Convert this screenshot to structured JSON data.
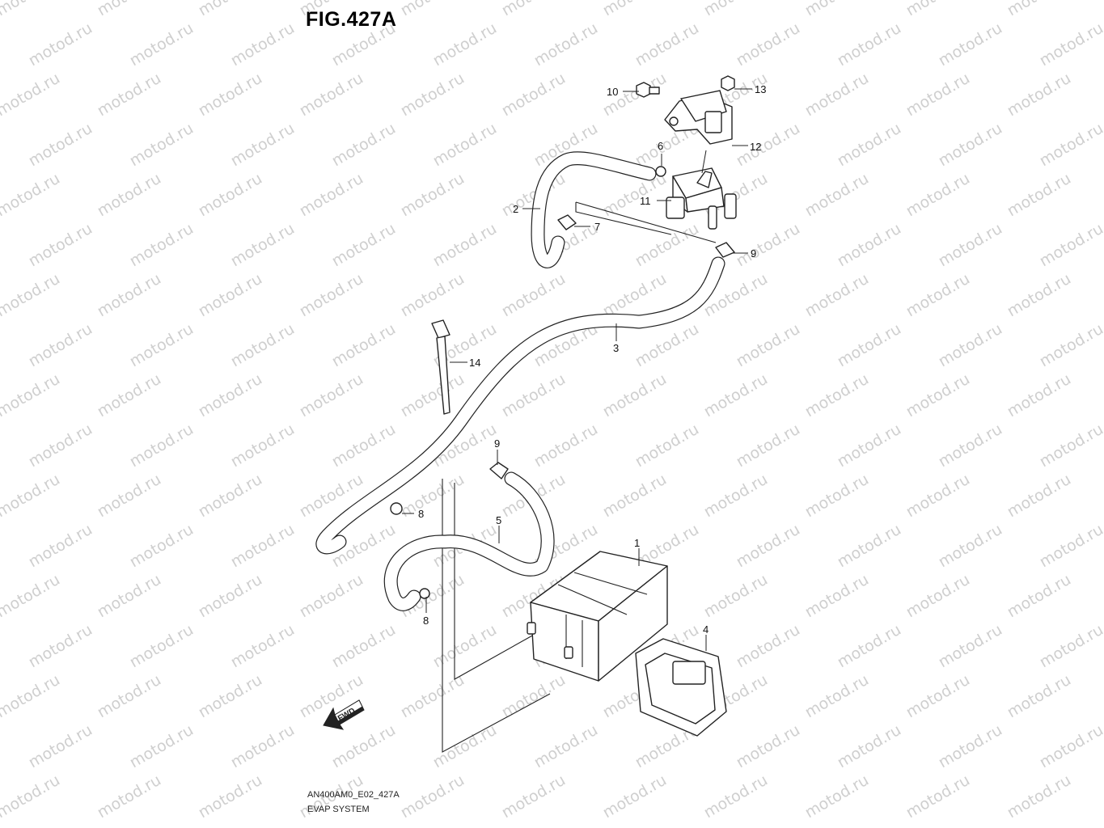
{
  "figure": {
    "title": "FIG.427A",
    "code": "AN400AM0_E02_427A",
    "name": "EVAP SYSTEM"
  },
  "watermark": "motod.ru",
  "fwd_label": "FWD",
  "callouts": [
    "1",
    "2",
    "3",
    "4",
    "5",
    "6",
    "7",
    "8",
    "8",
    "9",
    "9",
    "10",
    "11",
    "12",
    "13",
    "14"
  ],
  "colors": {
    "line": "#222222",
    "watermark": "#cfcfcf",
    "background": "#ffffff"
  }
}
